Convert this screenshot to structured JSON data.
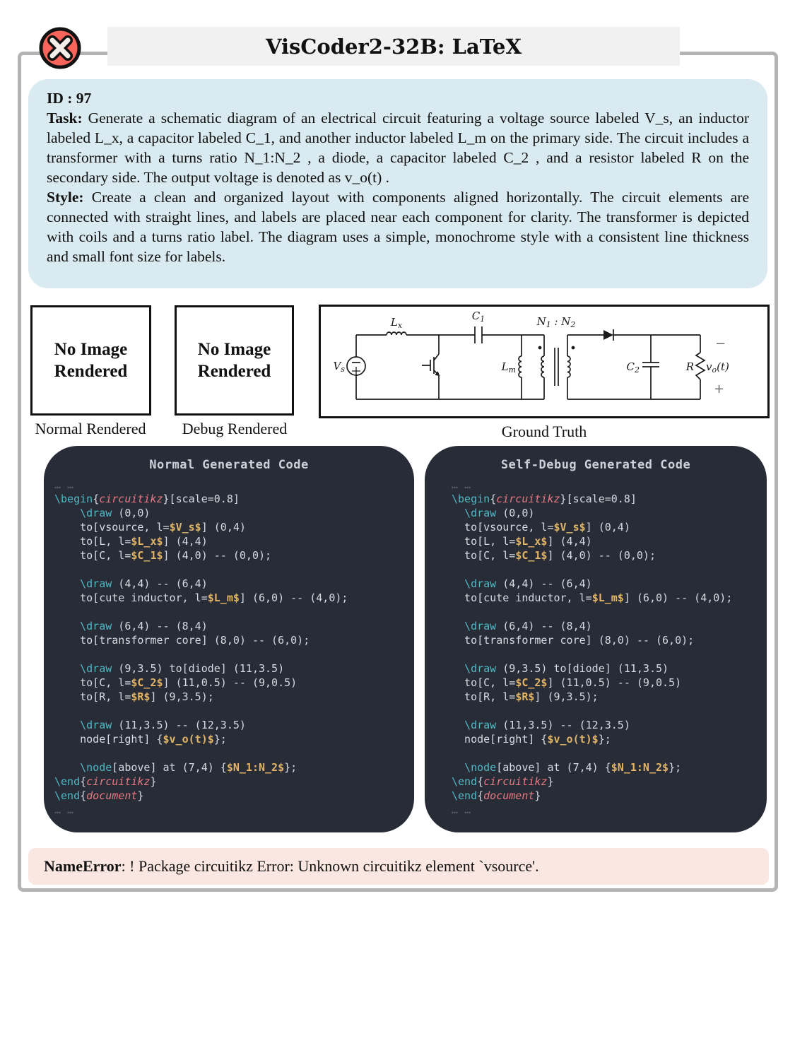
{
  "header": {
    "title": "VisCoder2-32B: LaTeX",
    "status_icon": "error-cross"
  },
  "task_panel": {
    "id_label": "ID : 97",
    "task_label": "Task:",
    "task_text": " Generate a schematic diagram of an electrical circuit featuring a voltage source labeled V_s, an inductor labeled L_x, a capacitor labeled C_1, and another inductor labeled L_m on the primary side. The circuit includes a transformer with a turns ratio N_1:N_2 , a diode, a capacitor labeled C_2 , and a resistor labeled R  on the secondary side. The output voltage is denoted as v_o(t) .",
    "style_label": "Style:",
    "style_text": " Create a clean and organized layout with components aligned horizontally. The circuit elements are connected with straight lines, and labels are placed near each component for clarity. The transformer is depicted with coils and a turns ratio label. The diagram uses a simple, monochrome style with a consistent line thickness and small font size for labels."
  },
  "renders": {
    "normal": {
      "placeholder": "No Image Rendered",
      "caption": "Normal Rendered"
    },
    "debug": {
      "placeholder": "No Image Rendered",
      "caption": "Debug Rendered"
    },
    "ground_truth": {
      "caption": "Ground Truth",
      "labels": {
        "vs": {
          "base": "V",
          "sub": "s"
        },
        "lx": {
          "base": "L",
          "sub": "x"
        },
        "c1": {
          "base": "C",
          "sub": "1"
        },
        "lm": {
          "base": "L",
          "sub": "m"
        },
        "ratio": {
          "n1": "N",
          "n1sub": "1",
          "colon": " : ",
          "n2": "N",
          "n2sub": "2"
        },
        "c2": {
          "base": "C",
          "sub": "2"
        },
        "r": "R",
        "vo": {
          "base": "v",
          "sub": "o",
          "rest": "(t)"
        },
        "minus": "−",
        "plus": "+"
      }
    }
  },
  "code_panels": [
    {
      "title": "Normal Generated Code",
      "lines": [
        [
          [
            "dim",
            "… …"
          ]
        ],
        [
          [
            "kw",
            "\\begin"
          ],
          [
            "p",
            "{"
          ],
          [
            "env",
            "circuitikz"
          ],
          [
            "p",
            "}[scale=0.8]"
          ]
        ],
        [
          [
            "p",
            "    "
          ],
          [
            "kw",
            "\\draw"
          ],
          [
            "p",
            " (0,0)"
          ]
        ],
        [
          [
            "p",
            "    to[vsource, l="
          ],
          [
            "math",
            "$V_s$"
          ],
          [
            "p",
            "] (0,4)"
          ]
        ],
        [
          [
            "p",
            "    to[L, l="
          ],
          [
            "math",
            "$L_x$"
          ],
          [
            "p",
            "] (4,4)"
          ]
        ],
        [
          [
            "p",
            "    to[C, l="
          ],
          [
            "math",
            "$C_1$"
          ],
          [
            "p",
            "] (4,0) -- (0,0);"
          ]
        ],
        [],
        [
          [
            "p",
            "    "
          ],
          [
            "kw",
            "\\draw"
          ],
          [
            "p",
            " (4,4) -- (6,4)"
          ]
        ],
        [
          [
            "p",
            "    to[cute inductor, l="
          ],
          [
            "math",
            "$L_m$"
          ],
          [
            "p",
            "] (6,0) -- (4,0);"
          ]
        ],
        [],
        [
          [
            "p",
            "    "
          ],
          [
            "kw",
            "\\draw"
          ],
          [
            "p",
            " (6,4) -- (8,4)"
          ]
        ],
        [
          [
            "p",
            "    to[transformer core] (8,0) -- (6,0);"
          ]
        ],
        [],
        [
          [
            "p",
            "    "
          ],
          [
            "kw",
            "\\draw"
          ],
          [
            "p",
            " (9,3.5) to[diode] (11,3.5)"
          ]
        ],
        [
          [
            "p",
            "    to[C, l="
          ],
          [
            "math",
            "$C_2$"
          ],
          [
            "p",
            "] (11,0.5) -- (9,0.5)"
          ]
        ],
        [
          [
            "p",
            "    to[R, l="
          ],
          [
            "math",
            "$R$"
          ],
          [
            "p",
            "] (9,3.5);"
          ]
        ],
        [],
        [
          [
            "p",
            "    "
          ],
          [
            "kw",
            "\\draw"
          ],
          [
            "p",
            " (11,3.5) -- (12,3.5)"
          ]
        ],
        [
          [
            "p",
            "    node[right] {"
          ],
          [
            "math",
            "$v_o(t)$"
          ],
          [
            "p",
            "};"
          ]
        ],
        [],
        [
          [
            "p",
            "    "
          ],
          [
            "kw",
            "\\node"
          ],
          [
            "p",
            "[above] at (7,4) {"
          ],
          [
            "math",
            "$N_1:N_2$"
          ],
          [
            "p",
            "};"
          ]
        ],
        [
          [
            "kw",
            "\\end"
          ],
          [
            "p",
            "{"
          ],
          [
            "env",
            "circuitikz"
          ],
          [
            "p",
            "}"
          ]
        ],
        [
          [
            "kw",
            "\\end"
          ],
          [
            "p",
            "{"
          ],
          [
            "env",
            "document"
          ],
          [
            "p",
            "}"
          ]
        ],
        [
          [
            "dim",
            "… …"
          ]
        ]
      ]
    },
    {
      "title": "Self-Debug Generated Code",
      "lines": [
        [
          [
            "dim",
            "… …"
          ]
        ],
        [
          [
            "kw",
            "\\begin"
          ],
          [
            "p",
            "{"
          ],
          [
            "env",
            "circuitikz"
          ],
          [
            "p",
            "}[scale=0.8]"
          ]
        ],
        [
          [
            "p",
            "  "
          ],
          [
            "kw",
            "\\draw"
          ],
          [
            "p",
            " (0,0)"
          ]
        ],
        [
          [
            "p",
            "  to[vsource, l="
          ],
          [
            "math",
            "$V_s$"
          ],
          [
            "p",
            "] (0,4)"
          ]
        ],
        [
          [
            "p",
            "  to[L, l="
          ],
          [
            "math",
            "$L_x$"
          ],
          [
            "p",
            "] (4,4)"
          ]
        ],
        [
          [
            "p",
            "  to[C, l="
          ],
          [
            "math",
            "$C_1$"
          ],
          [
            "p",
            "] (4,0) -- (0,0);"
          ]
        ],
        [],
        [
          [
            "p",
            "  "
          ],
          [
            "kw",
            "\\draw"
          ],
          [
            "p",
            " (4,4) -- (6,4)"
          ]
        ],
        [
          [
            "p",
            "  to[cute inductor, l="
          ],
          [
            "math",
            "$L_m$"
          ],
          [
            "p",
            "] (6,0) -- (4,0);"
          ]
        ],
        [],
        [
          [
            "p",
            "  "
          ],
          [
            "kw",
            "\\draw"
          ],
          [
            "p",
            " (6,4) -- (8,4)"
          ]
        ],
        [
          [
            "p",
            "  to[transformer core] (8,0) -- (6,0);"
          ]
        ],
        [],
        [
          [
            "p",
            "  "
          ],
          [
            "kw",
            "\\draw"
          ],
          [
            "p",
            " (9,3.5) to[diode] (11,3.5)"
          ]
        ],
        [
          [
            "p",
            "  to[C, l="
          ],
          [
            "math",
            "$C_2$"
          ],
          [
            "p",
            "] (11,0.5) -- (9,0.5)"
          ]
        ],
        [
          [
            "p",
            "  to[R, l="
          ],
          [
            "math",
            "$R$"
          ],
          [
            "p",
            "] (9,3.5);"
          ]
        ],
        [],
        [
          [
            "p",
            "  "
          ],
          [
            "kw",
            "\\draw"
          ],
          [
            "p",
            " (11,3.5) -- (12,3.5)"
          ]
        ],
        [
          [
            "p",
            "  node[right] {"
          ],
          [
            "math",
            "$v_o(t)$"
          ],
          [
            "p",
            "};"
          ]
        ],
        [],
        [
          [
            "p",
            "  "
          ],
          [
            "kw",
            "\\node"
          ],
          [
            "p",
            "[above] at (7,4) {"
          ],
          [
            "math",
            "$N_1:N_2$"
          ],
          [
            "p",
            "};"
          ]
        ],
        [
          [
            "kw",
            "\\end"
          ],
          [
            "p",
            "{"
          ],
          [
            "env",
            "circuitikz"
          ],
          [
            "p",
            "}"
          ]
        ],
        [
          [
            "kw",
            "\\end"
          ],
          [
            "p",
            "{"
          ],
          [
            "env",
            "document"
          ],
          [
            "p",
            "}"
          ]
        ],
        [
          [
            "dim",
            "… …"
          ]
        ]
      ]
    }
  ],
  "error_bar": {
    "label": "NameError",
    "message": ": ! Package circuitikz Error: Unknown circuitikz element `vsource'."
  },
  "colors": {
    "frame_border": "#b4b4b4",
    "title_bg": "#f1f1f1",
    "task_bg": "#d9eaf0",
    "code_bg": "#272c37",
    "error_bg": "#fbe7e2",
    "icon_red": "#f9655a",
    "tok_keyword": "#4fb9c5",
    "tok_env": "#e77983",
    "tok_math": "#e2b566"
  }
}
